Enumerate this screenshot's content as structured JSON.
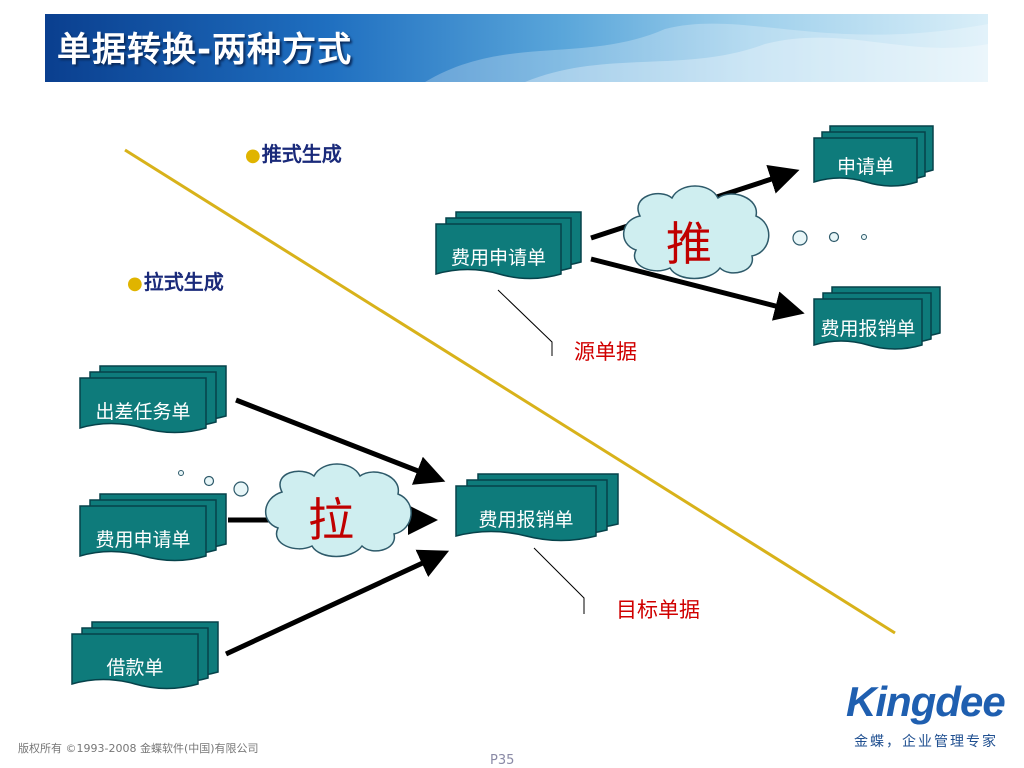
{
  "header": {
    "title": "单据转换-两种方式"
  },
  "bullets": {
    "push": "推式生成",
    "pull": "拉式生成"
  },
  "push_side": {
    "source_doc": "费用申请单",
    "targets": [
      "申请单",
      "费用报销单"
    ],
    "cloud": "推",
    "note": "源单据"
  },
  "pull_side": {
    "sources": [
      "出差任务单",
      "费用申请单",
      "借款单"
    ],
    "target_doc": "费用报销单",
    "cloud": "拉",
    "note": "目标单据"
  },
  "colors": {
    "doc_fill": "#0e7b7b",
    "doc_stroke": "#06424a",
    "divider": "#d8b21a",
    "bullet": "#1a2a7a",
    "note": "#d00000"
  },
  "footer": {
    "copyright": "版权所有 ©1993-2008 金蝶软件(中国)有限公司",
    "page": "P35"
  },
  "brand": {
    "logo": "Kingdee",
    "slogan": "金蝶，企业管理专家"
  }
}
